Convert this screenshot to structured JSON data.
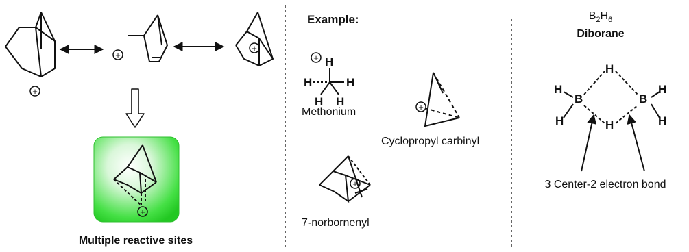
{
  "left_panel": {
    "plus_sign": "+",
    "caption": "Multiple reactive sites"
  },
  "middle_panel": {
    "heading": "Example:",
    "methonium": {
      "atom_h": "H",
      "charge": "+",
      "caption": "Methonium"
    },
    "cyclopropyl": {
      "charge": "+",
      "caption": "Cyclopropyl carbinyl"
    },
    "norbornenyl": {
      "charge": "+",
      "caption": "7-norbornenyl"
    }
  },
  "right_panel": {
    "formula_b": "B",
    "formula_b_sub": "2",
    "formula_h": "H",
    "formula_h_sub": "6",
    "name": "Diborane",
    "atom_b": "B",
    "atom_h": "H",
    "bond_caption": "3 Center-2 electron bond"
  },
  "colors": {
    "highlight_green": "#2ee02e",
    "ink": "#111111"
  }
}
